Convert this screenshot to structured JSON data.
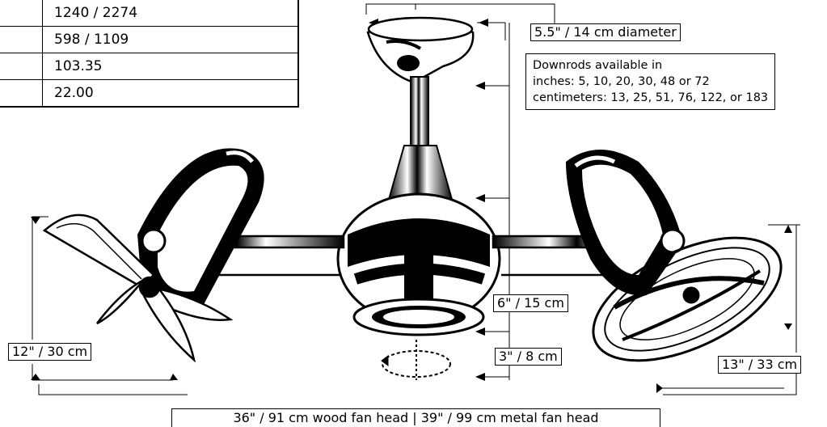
{
  "specs": {
    "rows": [
      {
        "value": "1240 / 2274"
      },
      {
        "value": "598 / 1109"
      },
      {
        "value": "103.35"
      },
      {
        "value": "22.00"
      }
    ]
  },
  "dimensions": {
    "canopy_diameter": "5.5\" / 14 cm diameter",
    "downrod_note": {
      "line1": "Downrods available in",
      "line2": "inches: 5, 10, 20, 30, 48 or 72",
      "line3": "centimeters: 13, 25, 51, 76, 122, or 183"
    },
    "motor_height": "6\" / 15 cm",
    "light_height": "3\" / 8 cm",
    "left_head_height": "12\" / 30 cm",
    "right_head_height": "13\" / 33 cm",
    "span": "36\" / 91 cm  wood fan head | 39\" / 99 cm  metal fan head"
  }
}
